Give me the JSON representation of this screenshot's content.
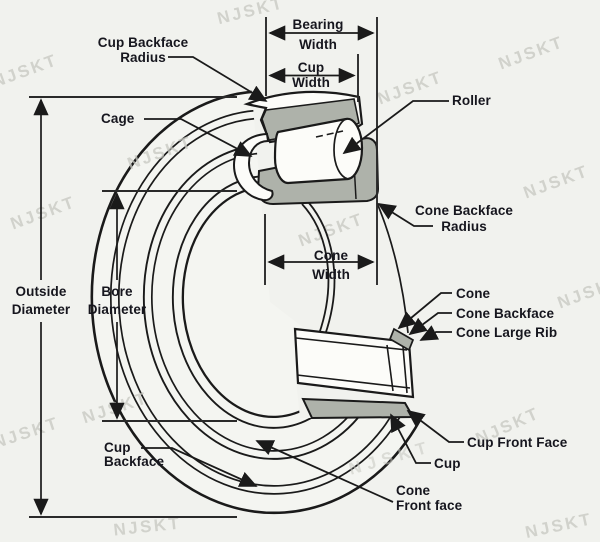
{
  "title": "Tapered roller bearing nomenclature diagram",
  "watermark": {
    "text": "NJSKT"
  },
  "colors": {
    "background": "#f1f2ee",
    "line": "#1a1a1a",
    "section_fill": "#aeb2aa",
    "white_fill": "#fcfcf9",
    "text": "#16161e"
  },
  "labels": {
    "cup_backface_radius_1": "Cup Backface",
    "cup_backface_radius_2": "Radius",
    "cage": "Cage",
    "bearing_width_1": "Bearing",
    "bearing_width_2": "Width",
    "cup_width_1": "Cup",
    "cup_width_2": "Width",
    "roller": "Roller",
    "cone_backface_radius_1": "Cone Backface",
    "cone_backface_radius_2": "Radius",
    "cone_width_1": "Cone",
    "cone_width_2": "Width",
    "outside_diameter_1": "Outside",
    "outside_diameter_2": "Diameter",
    "bore_diameter_1": "Bore",
    "bore_diameter_2": "Diameter",
    "cone": "Cone",
    "cone_backface": "Cone Backface",
    "cone_large_rib": "Cone Large Rib",
    "cup_front_face": "Cup Front Face",
    "cup": "Cup",
    "cup_backface_1": "Cup",
    "cup_backface_2": "Backface",
    "cone_front_face_1": "Cone",
    "cone_front_face_2": "Front face"
  }
}
